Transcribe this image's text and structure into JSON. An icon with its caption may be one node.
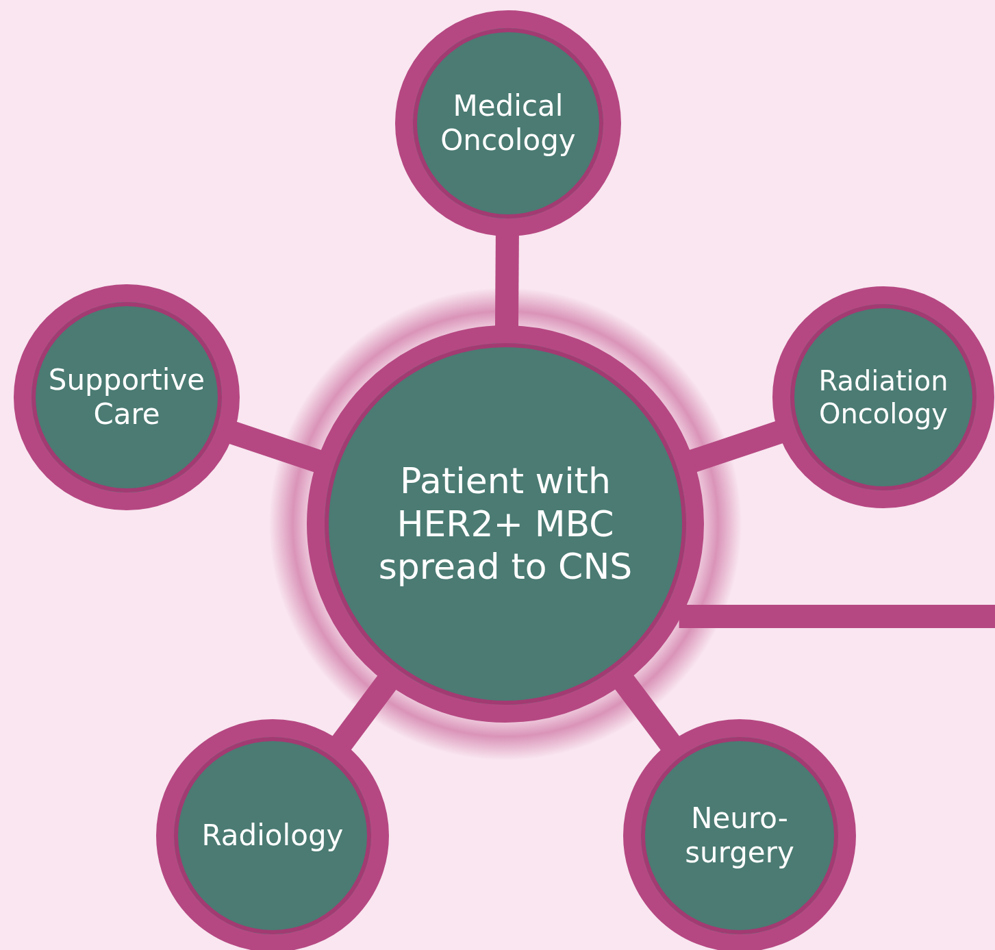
{
  "diagram": {
    "nodes": [
      {
        "text": [
          "Patient with HER2+ MBC spread to CNS"
        ]
      },
      {
        "text": [
          "Medical Oncology"
        ]
      },
      {
        "text": [
          "Supportive Care"
        ]
      },
      {
        "text": [
          "Radiation Oncology"
        ]
      },
      {
        "text": [
          "Radiology"
        ]
      },
      {
        "text": [
          "Neuro-surgery"
        ]
      }
    ],
    "edges": [
      {
        "from": 0,
        "to": 1,
        "arrow": "none"
      },
      {
        "from": 0,
        "to": 2,
        "arrow": "none"
      },
      {
        "from": 0,
        "to": 3,
        "arrow": "none"
      },
      {
        "from": 0,
        "to": 4,
        "arrow": "none"
      },
      {
        "from": 0,
        "to": 5,
        "arrow": "none"
      },
      {
        "from": 0,
        "to": null,
        "arrow": "none"
      }
    ]
  }
}
